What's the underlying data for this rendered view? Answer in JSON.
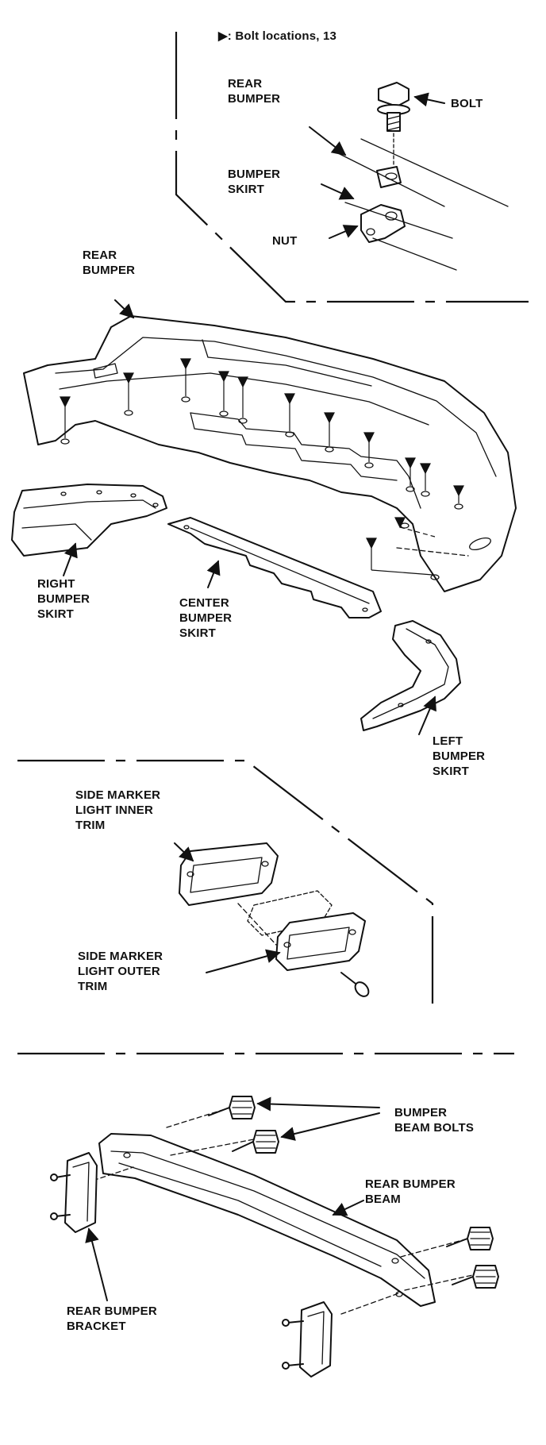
{
  "legend": {
    "marker": "▶",
    "text": ": Bolt locations, 13"
  },
  "detail_bolt": {
    "rear_bumper": "REAR\nBUMPER",
    "bolt": "BOLT",
    "bumper_skirt": "BUMPER\nSKIRT",
    "nut": "NUT"
  },
  "main": {
    "rear_bumper": "REAR\nBUMPER",
    "right_skirt": "RIGHT\nBUMPER\nSKIRT",
    "center_skirt": "CENTER\nBUMPER\nSKIRT",
    "left_skirt": "LEFT\nBUMPER\nSKIRT"
  },
  "side_marker": {
    "inner_trim": "SIDE MARKER\nLIGHT INNER\nTRIM",
    "outer_trim": "SIDE MARKER\nLIGHT OUTER\nTRIM"
  },
  "beam": {
    "beam_bolts": "BUMPER\nBEAM BOLTS",
    "rear_beam": "REAR BUMPER\nBEAM",
    "bracket": "REAR BUMPER\nBRACKET"
  }
}
